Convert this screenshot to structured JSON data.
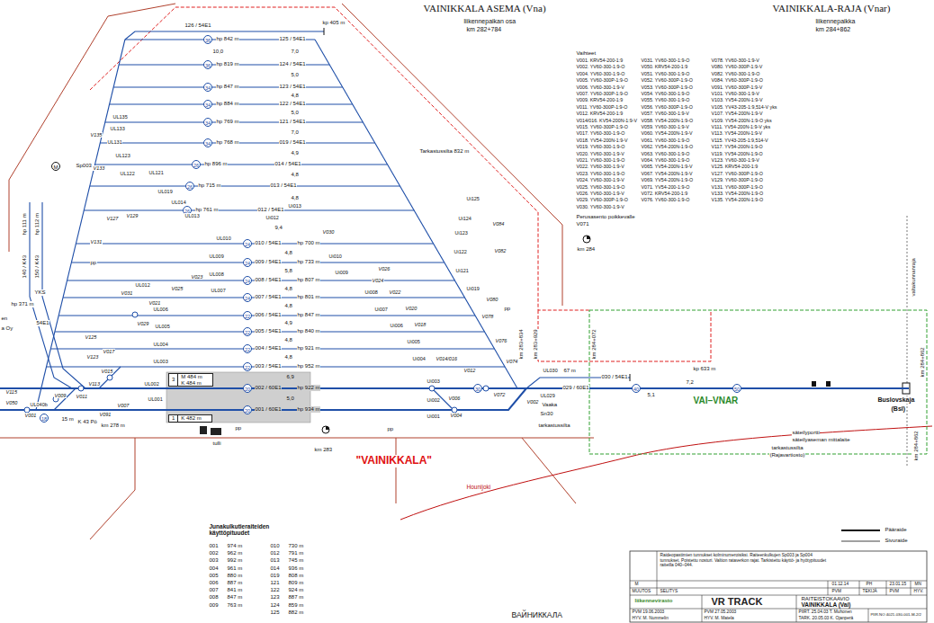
{
  "diagram": {
    "title": "VAINIKKALA ASEMA (Vna)",
    "nodes": [
      {
        "text": [
          "3",
          "M 484 m",
          "K 484 m"
        ]
      },
      {
        "text": [
          "1",
          "K 482 m"
        ]
      }
    ],
    "labels": [
      "liikennepaikan osa",
      "km 282+784",
      "VAINIKKALA-RAJA (Vnar)",
      "liikennepaikka",
      "km 284+862",
      "Vaihteet",
      "V001. KRV54-200-1:9",
      "V002. YV60-300-1:9-O",
      "V004. YV60-300-1:9-O",
      "V005. YV60-300P-1:9-O",
      "V006. YV60-300-1:9-V",
      "V007. YV60-300P-1:9-O",
      "V009. KRV54-200-1:9",
      "V011. YV60-300P-1:9-O",
      "V012. KRV54-200-1:9",
      "V014/016. KV54-200N-1:9-V",
      "V015. YV60-300P-1:9-O",
      "V017. YV60-300-1:9-O",
      "V018. YV54-200N-1:9-V",
      "V019. YV60-300-1:9-O",
      "V020. YV60-300-1:9-V",
      "V021. YV60-300-1:9-O",
      "V022. YV60-300-1:9-V",
      "V023. YV60-300-1:9-O",
      "V024. YV60-300-1:9-V",
      "V025. YV60-300-1:9-O",
      "V026. YV60-300-1:9-V",
      "V029. YV60-300P-1:9-O",
      "V030. YV60-300-1:9-V",
      "V031. YV60-300-1:9-O",
      "V050. KRV54-200-1:9",
      "V051. YV60-300-1:9-O",
      "V052. YV60-300P-1:9-O",
      "V053. YV60-300P-1:9-O",
      "V054. YV60-300-1:9-O",
      "V055. YV60-300-1:9-O",
      "V056. YV60-300P-1:9-O",
      "V057. YV60-300-1:9-V",
      "V058. YV54-200N-1:9-O",
      "V059. YV60-300-1:9-V",
      "V060. YV54-200N-1:9-V",
      "V061. YV60-300-1:9-O",
      "V062. YV54-200N-1:9-O",
      "V063. YV60-300-1:9-O",
      "V064. YV60-300-1:9-O",
      "V065. YV54-200N-1:9-V",
      "V067. YV54-200N-1:9-V",
      "V069. YV54-200N-1:9-O",
      "V071. YV54-200-1:9-O",
      "V072. KRV54-200-1:9",
      "V076. YV60-300-1:9-O",
      "V078. YV60-300-1:9-V",
      "V080. YV60-300P-1:9-V",
      "V082. YV60-300-1:9-O",
      "V084. YV60-300P-1:9-O",
      "V091. YV60-300P-1:9-V",
      "V101. YV60-300-1:9-V",
      "V103. YV54-200N-1:9-V",
      "V105. YV43-205-1:9,514-V yks",
      "V107. YV54-200N-1:9-V",
      "V109. YV54-200N-1:9-O yks",
      "V111. YV54-200N-1:9-V yks",
      "V113. YV54-200N-1:9-V",
      "V115. YV43-205-1:9,514-V",
      "V117. YV54-200N-1:9-O",
      "V119. YV54-200N-1:9-O",
      "V123. YV60-300-1:9-V",
      "V125. KRV54-200-1:9",
      "V127. YV60-300P-1:9-O",
      "V129. YV60-300P-1:9-O",
      "V131. YV60-300P-1:9-O",
      "V133. YV54-200N-1:9-O",
      "V135. YV54-200N-1:9-O",
      "Perusasento poikkevalle",
      "V071",
      "km 284",
      "126 / 54E1",
      "kp 405 m",
      "36",
      "hp 842 m",
      "125 / 54E1",
      "36",
      "hp 819 m",
      "124 / 54E1",
      "34",
      "hp 847 m",
      "123 / 54E1",
      "34",
      "hp 884 m",
      "122 / 54E1",
      "34",
      "hp 769 m",
      "121 / 54E1",
      "34",
      "hp 768 m",
      "019 / 54E1",
      "26",
      "hp 896 m",
      "014 / 54E1",
      "26",
      "hp 715 m",
      "013 / 54E1",
      "26",
      "hp 761 m",
      "012 / 54E1",
      "24",
      "hp 700 m",
      "010 / 54E1",
      "24",
      "hp 733 m",
      "009 / 54E1",
      "24",
      "hp 807 m",
      "008 / 54E1",
      "24",
      "hp 801 m",
      "007 / 54E1",
      "22",
      "hp 847 m",
      "006 / 54E1",
      "22",
      "hp 840 m",
      "005 / 54E1",
      "22",
      "hp 921 m",
      "004 / 54E1",
      "22",
      "hp 952 m",
      "003 / 54E1",
      "20",
      "hp 922 m",
      "002 / 60E1",
      "20",
      "hp 934 m",
      "001 / 60E1",
      "Junakulkutieraiteiden käyttöpituudet",
      "001",
      "974 m",
      "002",
      "962 m",
      "003",
      "992 m",
      "004",
      "961 m",
      "005",
      "880 m",
      "006",
      "887 m",
      "007",
      "841 m",
      "008",
      "847 m",
      "009",
      "763 m",
      "010",
      "730 m",
      "012",
      "791 m",
      "013",
      "745 m",
      "014",
      "936 m",
      "019",
      "808 m",
      "121",
      "809 m",
      "122",
      "924 m",
      "123",
      "887 m",
      "124",
      "859 m",
      "125",
      "882 m",
      "Raideopastimien tunnukset kolminumeroisiksi. Raiteenkulkujen Sp003 ja Sp004 tunnukset. Poistettu nosturi. Valtion rataverkon rajat. Tarkistettu käyttö- ja hyötypituudet raiteilla 040–044.",
      "M",
      "01.12.14",
      "PH",
      "23.01.15",
      "MN",
      "MUUTOS",
      "SELITYS",
      "PVM",
      "TEKIJÄ",
      "PVM",
      "HYV.",
      "RAITEISTOKAAVIO",
      "VAINIKKALA (Vai)",
      "liikennevirasto",
      "VR TRACK",
      "PVM 19.06.2003",
      "HYV. M. Nummelin",
      "PVM 27.05.2003",
      "HYV. M. Matela",
      "PIIRT. 25.04.03 T. Muhonen",
      "TARK. 20.05.03 K. Ojanperä",
      "PIIR.NO 4021-030-001-M-2/2",
      "Tarkastussilta 832 m",
      "Sp003",
      "M",
      "UL135",
      "UL133",
      "V135",
      "UL131",
      "UL123",
      "V133",
      "UL122",
      "UL121",
      "UL019",
      "V129",
      "UL014",
      "UL013",
      "V127",
      "V131",
      "UL012",
      "V031",
      "V029",
      "V021",
      "V023",
      "V025",
      "UL010",
      "UL009",
      "UL008",
      "UL007",
      "UL006",
      "UL005",
      "UL004",
      "UL003",
      "UL002",
      "UL001",
      "V125",
      "V123",
      "V017",
      "V015",
      "V113",
      "V115",
      "V009",
      "V011",
      "V001",
      "V050",
      "V091",
      "V007",
      "UL040b",
      "15 m",
      "K 43 Pö",
      "km 278 m",
      "YKS",
      "hp 371 m",
      "54E1",
      "en",
      "a Oy",
      "140 / K43",
      "150 / K43",
      "hp 111 m",
      "hp 112 m",
      "Ui012",
      "Ui013",
      "V030",
      "Ui010",
      "Ui009",
      "V026",
      "V024",
      "Ui008",
      "V022",
      "Ui007",
      "V020",
      "Ui006",
      "V018",
      "Ui005",
      "Ui004",
      "V014/016",
      "V012",
      "Ui003",
      "Ui002",
      "V006",
      "V004",
      "Ui001",
      "V002",
      "V072",
      "V074",
      "V076",
      "V078",
      "V080",
      "V082",
      "V084",
      "Ui019",
      "Ui121",
      "Ui122",
      "Ui123",
      "Ui124",
      "Ui125",
      "UL030",
      "UL029",
      "Vaaka",
      "Sn30",
      "tarkastussilta",
      "67 m",
      "030 / 54E1",
      "029 / 60E1",
      "5,1",
      "7,2",
      "kp 633 m",
      "km 283+834",
      "km 283+929",
      "km 284+072",
      "valtakunnanraja",
      "km 284+862",
      "km 284+862",
      "säteilyportti",
      "säteilyaseman mittalaite",
      "tarkastussilta",
      "(Rajavartiosto)",
      "Buslovskaja",
      "(Bsl)",
      "VAI–VNAR",
      "\"VAINIKKALA\"",
      "Hounijoki",
      "tulli",
      "pp",
      "pp",
      "pp",
      "pp",
      "km 283",
      "ВАЙНИККАЛА",
      "18",
      "30",
      "40",
      "50",
      "10,0",
      "7,0",
      "5,0",
      "4,8",
      "5,0",
      "7,0",
      "4,9",
      "4,8",
      "4,8",
      "9,4",
      "4,8",
      "5,8",
      "4,8",
      "4,8",
      "4,9",
      "4,8",
      "4,8",
      "6,9",
      "5,0"
    ],
    "legend": [
      {
        "text": "Pääraide"
      },
      {
        "text": "Sivuraide"
      }
    ]
  }
}
